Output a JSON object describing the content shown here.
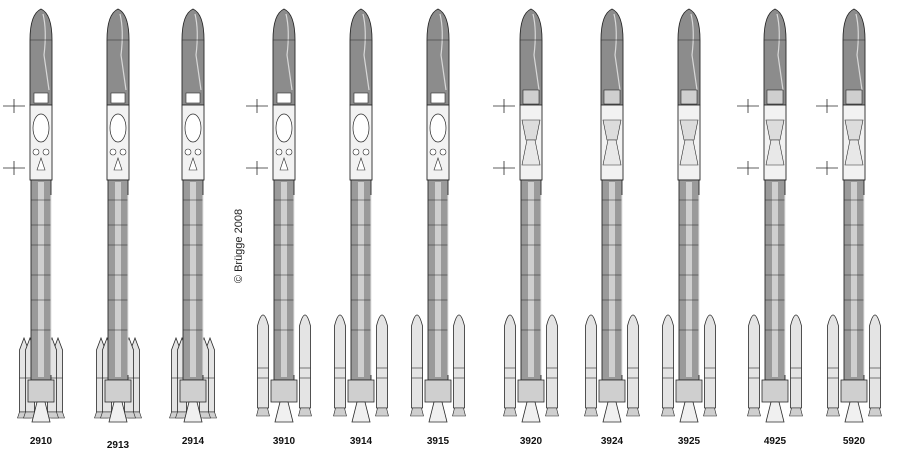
{
  "copyright": {
    "text": "© Brügge 2008"
  },
  "colors": {
    "stroke": "#2a2a2a",
    "body_fill": "#9a9a9a",
    "body_light": "#cfcfcf",
    "booster_fill": "#e4e4e4",
    "fairing_fill": "#8c8c8c",
    "interior": "#f2f2f2"
  },
  "rockets": [
    {
      "label": "2910",
      "booster_type": "small",
      "upper_stage": "cryo-round",
      "markers": true
    },
    {
      "label": "2913",
      "booster_type": "small",
      "upper_stage": "cryo-round",
      "markers": false
    },
    {
      "label": "2914",
      "booster_type": "small",
      "upper_stage": "cryo-round",
      "markers": false
    },
    {
      "label": "3910",
      "booster_type": "large",
      "upper_stage": "cryo-round",
      "markers": true
    },
    {
      "label": "3914",
      "booster_type": "large",
      "upper_stage": "cryo-round",
      "markers": false
    },
    {
      "label": "3915",
      "booster_type": "large",
      "upper_stage": "cryo-round",
      "markers": false
    },
    {
      "label": "3920",
      "booster_type": "large",
      "upper_stage": "cryo-cone",
      "markers": true
    },
    {
      "label": "3924",
      "booster_type": "large",
      "upper_stage": "cryo-cone",
      "markers": false
    },
    {
      "label": "3925",
      "booster_type": "large",
      "upper_stage": "cryo-cone",
      "markers": false
    },
    {
      "label": "4925",
      "booster_type": "large",
      "upper_stage": "cryo-cone",
      "markers": true
    },
    {
      "label": "5920",
      "booster_type": "large",
      "upper_stage": "cryo-cone",
      "markers": true
    }
  ]
}
